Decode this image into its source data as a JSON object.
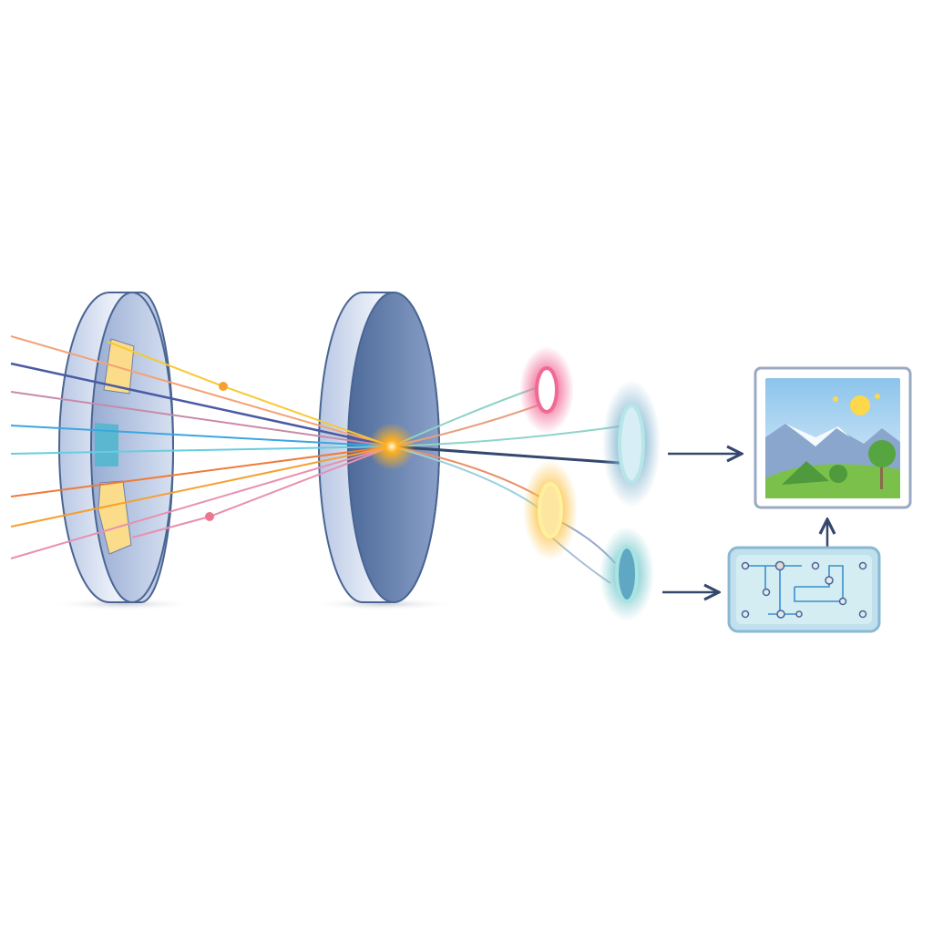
{
  "diagram": {
    "elements": [
      {
        "id": "lens-1",
        "icon": "lens-with-patches-icon"
      },
      {
        "id": "lens-2",
        "icon": "focusing-lens-icon"
      },
      {
        "id": "focal-point",
        "icon": "glowing-spark-icon"
      },
      {
        "id": "rings",
        "icon": "glowing-ring-icon"
      },
      {
        "id": "image-output",
        "icon": "landscape-picture-icon"
      },
      {
        "id": "circuit-board",
        "icon": "circuit-board-icon"
      }
    ],
    "colors": {
      "lens_fill": "#a9bde0",
      "lens_face": "#5f7cab",
      "lens_stroke": "#4a6592",
      "focal": "#ffb020",
      "ring_pink": "#f06a95",
      "ring_blue": "#7fb2cf",
      "ring_orange": "#fbbf3c",
      "ring_teal": "#7cc9cf",
      "arrow": "#34486e",
      "frame": "#9aaac4",
      "circuit_fill": "#cfe8ef",
      "circuit_line": "#3a8fcf"
    },
    "rays_in": [
      "#f4a274",
      "#4a5aa4",
      "#c88aa8",
      "#3aa6e0",
      "#68cde0",
      "#f07a3a",
      "#f6a030",
      "#e890b0"
    ]
  }
}
